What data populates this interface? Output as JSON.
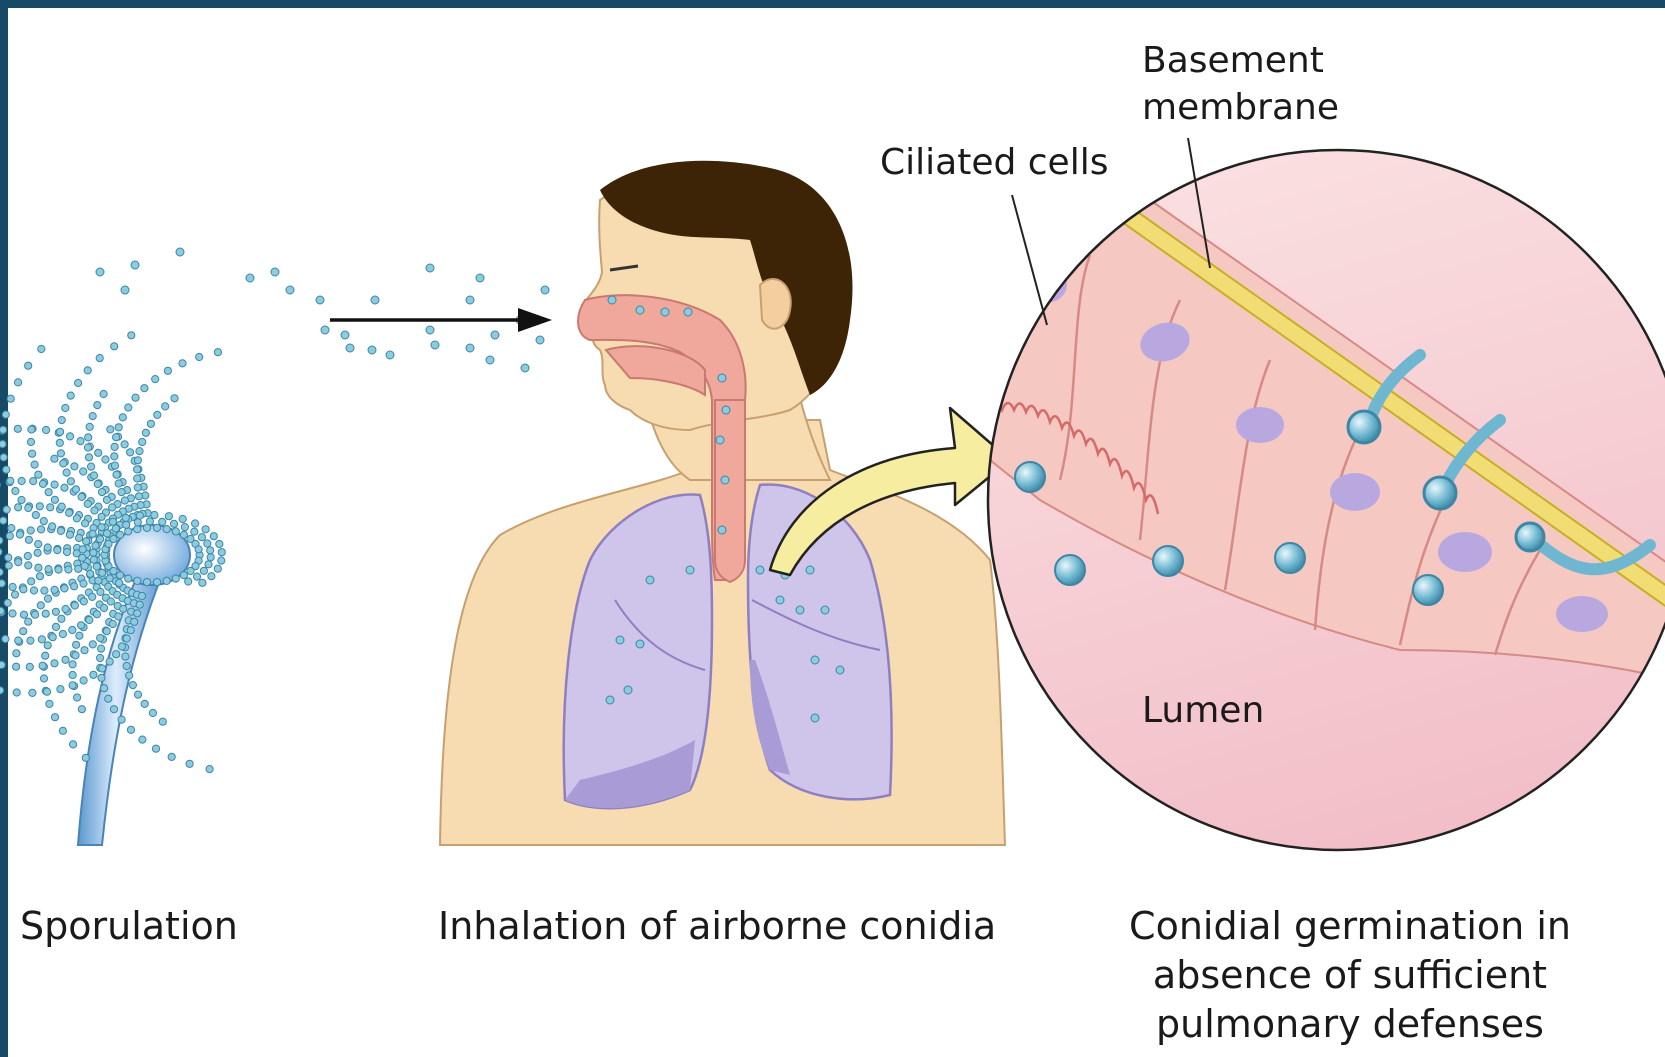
{
  "labels": {
    "basement_membrane_line1": "Basement",
    "basement_membrane_line2": "membrane",
    "ciliated_cells": "Ciliated cells",
    "lumen": "Lumen"
  },
  "captions": {
    "sporulation": "Sporulation",
    "inhalation": "Inhalation of airborne conidia",
    "germination_line1": "Conidial germination in",
    "germination_line2": "absence of sufficient",
    "germination_line3": "pulmonary defenses"
  },
  "colors": {
    "frame": "#164a66",
    "conidia": "#6fb7d1",
    "skin": "#f6dcb0",
    "hair": "#3d2406",
    "airway": "#f0a79c",
    "lung": "#cfc4ea",
    "membrane": "#f2dd74",
    "tissue": "#f9d3cf",
    "zoom_arrow": "#f7eda0"
  }
}
